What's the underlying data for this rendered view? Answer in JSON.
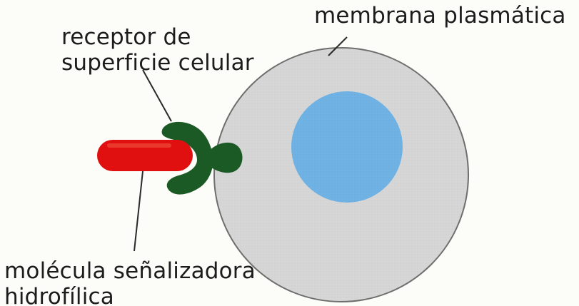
{
  "labels": {
    "membrane": "membrana plasmática",
    "receptor": {
      "line1": "receptor de",
      "line2": "superficie celular"
    },
    "molecule": {
      "line1": "molécula señalizadora",
      "line2": "hidrofílica"
    }
  },
  "colors": {
    "cell_fill": "#d6d6d6",
    "cell_outline": "#6e6e6e",
    "nucleus": "#6fb2e3",
    "receptor": "#1c5a25",
    "signal_molecule": "#e01010",
    "leader_line": "#2a2a2a",
    "text": "#1c1c1c"
  }
}
